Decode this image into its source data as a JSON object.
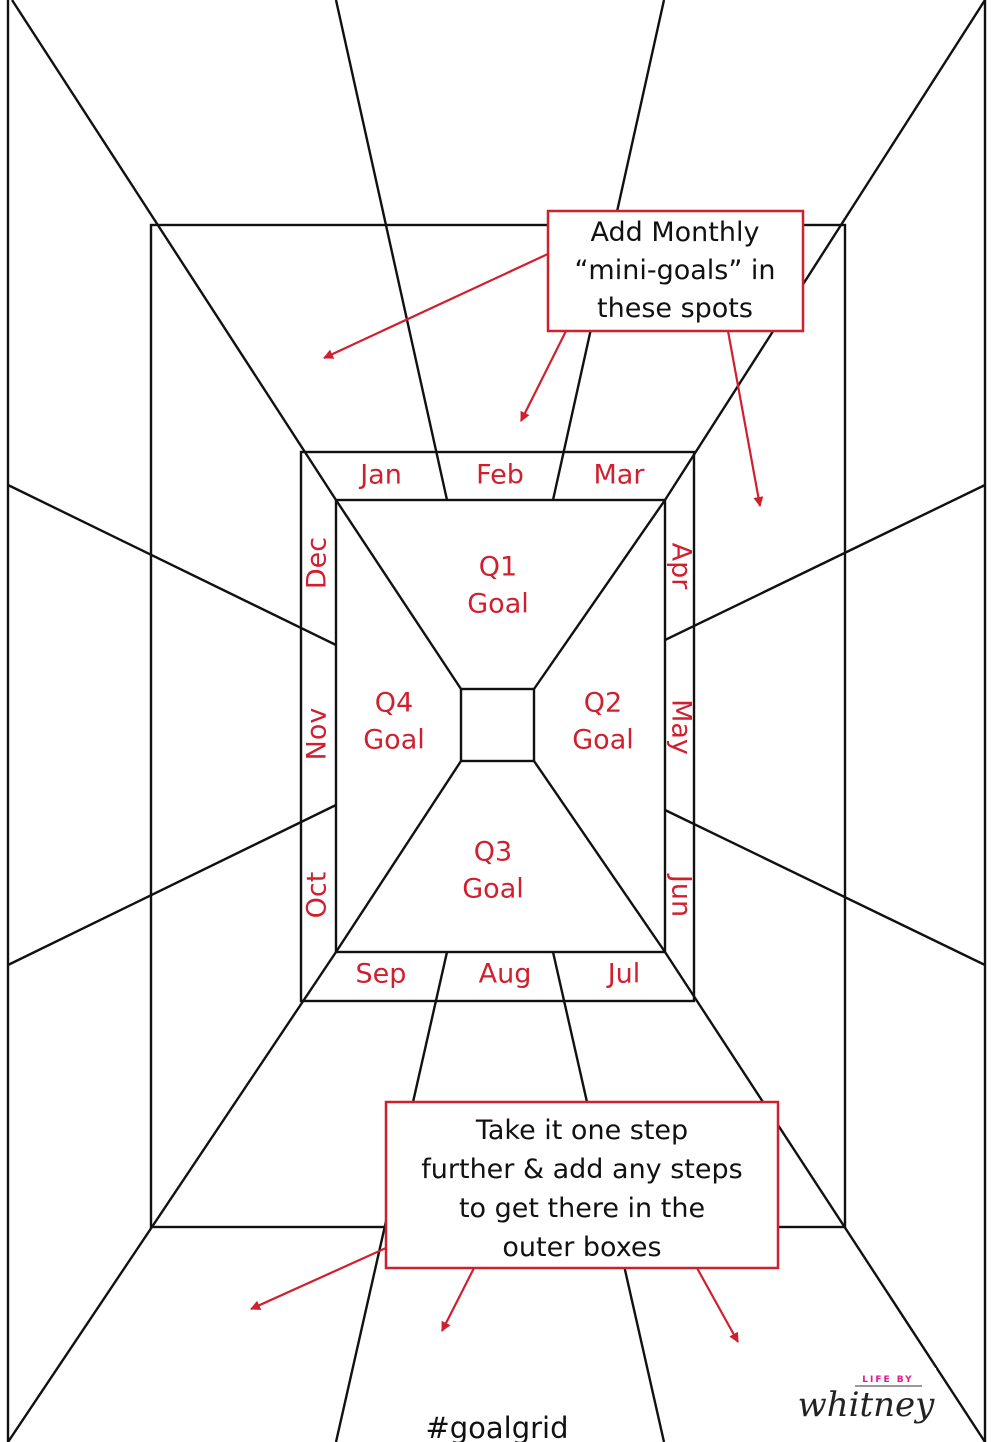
{
  "colors": {
    "accent": "#d0202f",
    "line": "#111111",
    "logo_pink": "#e8178a",
    "background": "#ffffff"
  },
  "months": {
    "jan": "Jan",
    "feb": "Feb",
    "mar": "Mar",
    "apr": "Apr",
    "may": "May",
    "jun": "Jun",
    "jul": "Jul",
    "aug": "Aug",
    "sep": "Sep",
    "oct": "Oct",
    "nov": "Nov",
    "dec": "Dec"
  },
  "quarters": {
    "q1": [
      "Q1",
      "Goal"
    ],
    "q2": [
      "Q2",
      "Goal"
    ],
    "q3": [
      "Q3",
      "Goal"
    ],
    "q4": [
      "Q4",
      "Goal"
    ]
  },
  "callouts": {
    "monthly": [
      "Add Monthly",
      "“mini-goals” in",
      "these spots"
    ],
    "steps": [
      "Take it one step",
      "further & add any steps",
      "to get there in the",
      "outer boxes"
    ]
  },
  "footer": {
    "hashtag": "#goalgrid"
  },
  "logo": {
    "top": "LIFE BY",
    "script": "whitney"
  }
}
